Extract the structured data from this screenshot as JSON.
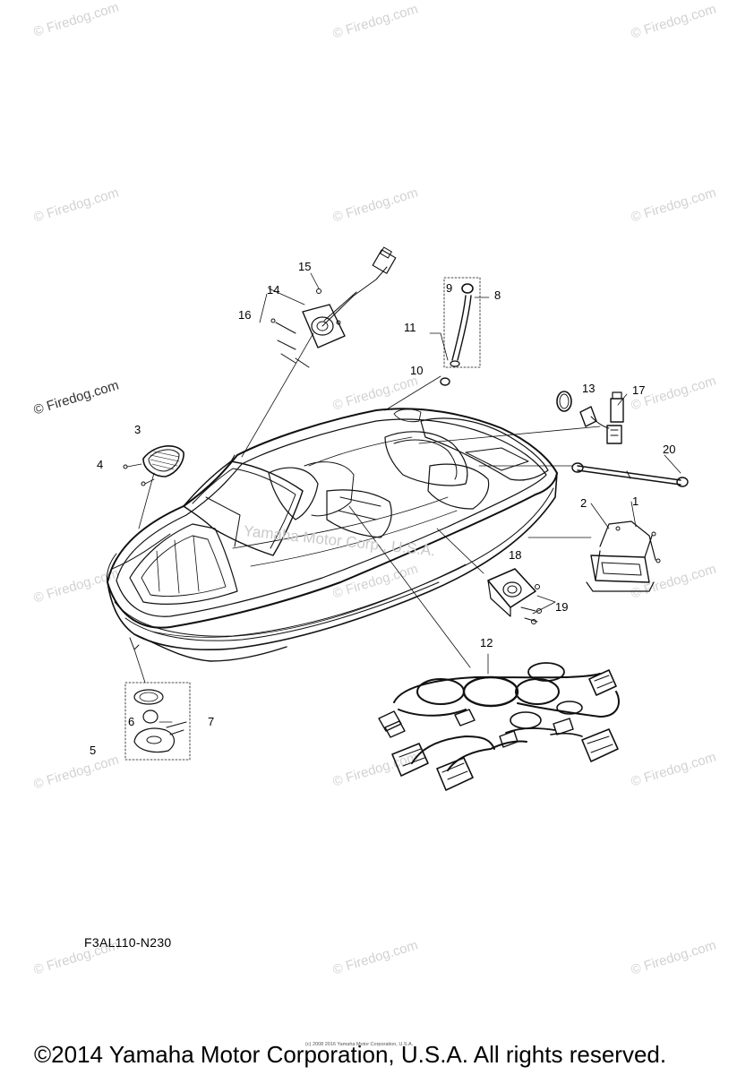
{
  "watermark": {
    "text": "© Firedog.com",
    "center_text": "Yamaha Motor Corp., U.S.A."
  },
  "callouts": [
    "1",
    "2",
    "3",
    "4",
    "5",
    "6",
    "7",
    "8",
    "9",
    "10",
    "11",
    "12",
    "13",
    "14",
    "15",
    "16",
    "17",
    "18",
    "19",
    "20"
  ],
  "diagram_code": "F3AL110-N230",
  "footer": {
    "small_text": "(c) 2008 2016 Yamaha Motor Corporation, U.S.A.",
    "copyright": "©2014 Yamaha Motor Corporation, U.S.A. All rights reserved."
  }
}
